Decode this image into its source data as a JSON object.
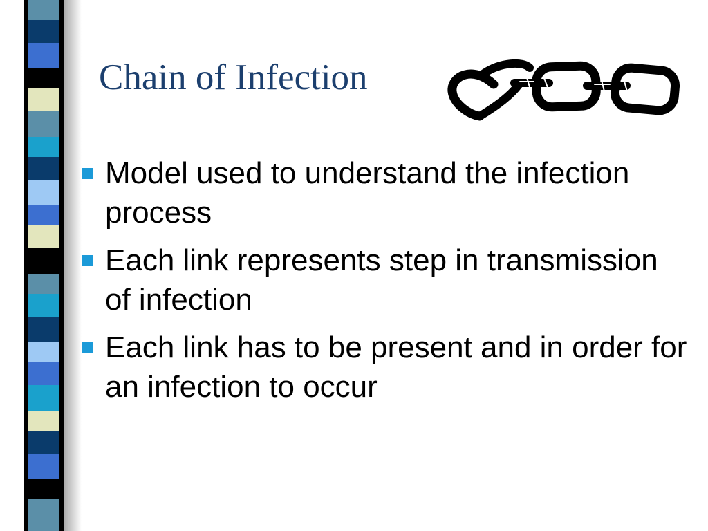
{
  "slide": {
    "title": "Chain of Infection",
    "bullets": [
      {
        "text": "Model used to understand the infection process"
      },
      {
        "text": "Each link represents step in transmission of infection"
      },
      {
        "text": "Each link has to be present and in order for an infection to occur"
      }
    ],
    "chain_icon": "chain-link-icon",
    "bullet_marker_color": "#1b9ad8",
    "title_color": "#1c3f6e"
  },
  "decoration": {
    "strip_colors": [
      "#5b8fa8",
      "#0a3b6b",
      "#3c6fd0",
      "#000000",
      "#e3e6bd",
      "#5b8fa8",
      "#1aa1cc",
      "#0a3b6b",
      "#9ec9f4",
      "#3c6fd0",
      "#e3e6bd",
      "#000000",
      "#5b8fa8",
      "#1aa1cc",
      "#0a3b6b",
      "#9ec9f4",
      "#3c6fd0",
      "#1aa1cc",
      "#e3e6bd",
      "#0a3b6b",
      "#3c6fd0",
      "#000000",
      "#5b8fa8"
    ]
  }
}
